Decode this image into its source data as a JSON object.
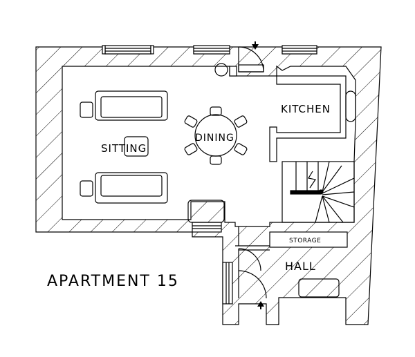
{
  "title": "APARTMENT 15",
  "rooms": {
    "sitting": "SITTING",
    "dining": "DINING",
    "kitchen": "KITCHEN",
    "storage": "STORAGE",
    "hall": "HALL"
  }
}
